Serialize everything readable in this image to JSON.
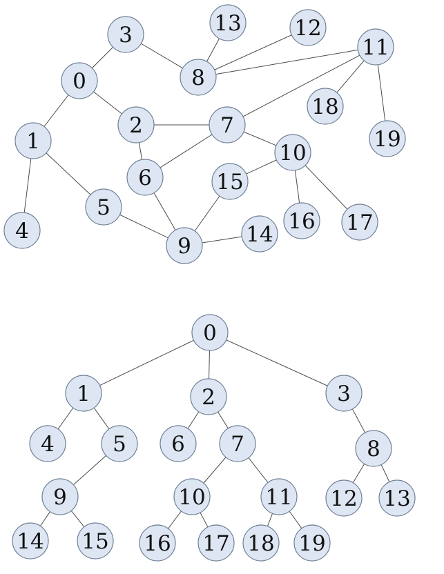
{
  "colors": {
    "node_fill": "#dde6f2",
    "node_stroke": "#6f7f95",
    "edge": "#4a4a4a",
    "label": "#111111"
  },
  "graph": {
    "nodes": [
      "0",
      "1",
      "2",
      "3",
      "4",
      "5",
      "6",
      "7",
      "8",
      "9",
      "10",
      "11",
      "12",
      "13",
      "14",
      "15",
      "16",
      "17",
      "18",
      "19"
    ],
    "edges": [
      [
        "3",
        "0"
      ],
      [
        "3",
        "8"
      ],
      [
        "8",
        "13"
      ],
      [
        "8",
        "12"
      ],
      [
        "8",
        "11"
      ],
      [
        "11",
        "18"
      ],
      [
        "11",
        "19"
      ],
      [
        "11",
        "7"
      ],
      [
        "0",
        "1"
      ],
      [
        "0",
        "2"
      ],
      [
        "2",
        "7"
      ],
      [
        "2",
        "6"
      ],
      [
        "6",
        "7"
      ],
      [
        "7",
        "10"
      ],
      [
        "10",
        "15"
      ],
      [
        "10",
        "16"
      ],
      [
        "10",
        "17"
      ],
      [
        "1",
        "4"
      ],
      [
        "1",
        "5"
      ],
      [
        "5",
        "9"
      ],
      [
        "6",
        "9"
      ],
      [
        "15",
        "9"
      ],
      [
        "9",
        "14"
      ]
    ]
  },
  "tree": {
    "nodes": [
      "0",
      "1",
      "2",
      "3",
      "4",
      "5",
      "6",
      "7",
      "8",
      "9",
      "10",
      "11",
      "12",
      "13",
      "14",
      "15",
      "16",
      "17",
      "18",
      "19"
    ],
    "edges": [
      [
        "0",
        "1"
      ],
      [
        "0",
        "2"
      ],
      [
        "0",
        "3"
      ],
      [
        "1",
        "4"
      ],
      [
        "1",
        "5"
      ],
      [
        "5",
        "9"
      ],
      [
        "9",
        "14"
      ],
      [
        "9",
        "15"
      ],
      [
        "2",
        "6"
      ],
      [
        "2",
        "7"
      ],
      [
        "7",
        "10"
      ],
      [
        "7",
        "11"
      ],
      [
        "10",
        "16"
      ],
      [
        "10",
        "17"
      ],
      [
        "11",
        "18"
      ],
      [
        "11",
        "19"
      ],
      [
        "3",
        "8"
      ],
      [
        "8",
        "12"
      ],
      [
        "8",
        "13"
      ]
    ]
  }
}
